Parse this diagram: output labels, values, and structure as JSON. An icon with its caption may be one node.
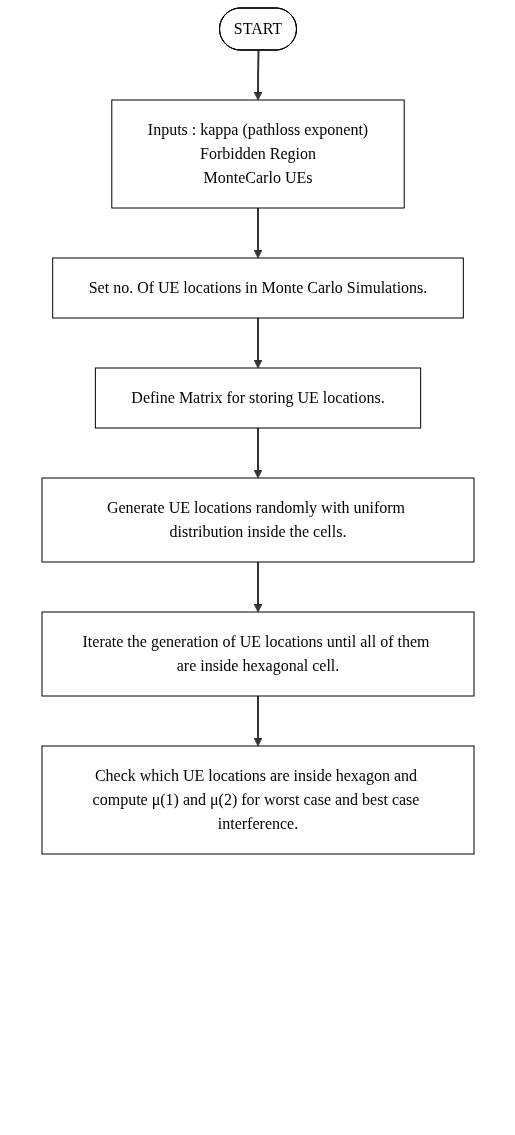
{
  "diagram": {
    "nodes": [
      {
        "text": [
          "START"
        ]
      },
      {
        "text": [
          "Inputs : kappa (pathloss exponent)",
          "Forbidden Region",
          "MonteCarlo UEs"
        ]
      },
      {
        "text": [
          "Set no. Of UE locations in Monte Carlo Simulations."
        ]
      },
      {
        "text": [
          "Define Matrix for storing UE locations."
        ]
      },
      {
        "text": [
          "Generate UE locations randomly with uniform distribution inside the cells."
        ]
      },
      {
        "text": [
          "Iterate the generation of UE locations until all of them are inside hexagonal cell."
        ]
      },
      {
        "text": [
          "Check which UE locations are inside hexagon and compute μ(1) and μ(2) for worst case and best case interference."
        ]
      }
    ],
    "edges": [
      {
        "from": 0,
        "to": 1,
        "arrow": "to"
      },
      {
        "from": 1,
        "to": 2,
        "arrow": "to"
      },
      {
        "from": 2,
        "to": 3,
        "arrow": "to"
      },
      {
        "from": 3,
        "to": 4,
        "arrow": "to"
      },
      {
        "from": 4,
        "to": 5,
        "arrow": "to"
      },
      {
        "from": 5,
        "to": 6,
        "arrow": "to"
      }
    ]
  }
}
